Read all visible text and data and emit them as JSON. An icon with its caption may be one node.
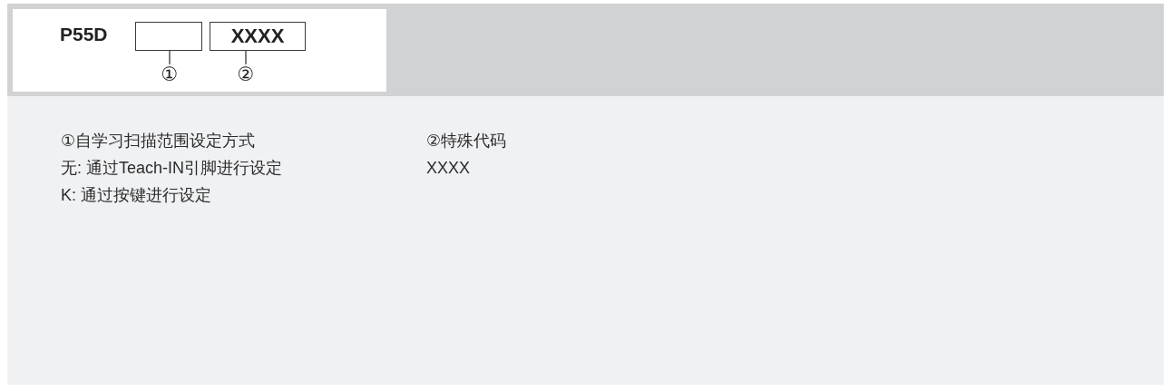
{
  "diagram": {
    "nodes": [
      {
        "text": [],
        "shape": "box"
      },
      {
        "text": [
          "XXXX"
        ]
      },
      {
        "text": [
          "①"
        ]
      },
      {
        "text": [
          "②"
        ]
      }
    ],
    "edges": [
      {
        "from": 2,
        "to": 0,
        "arrow": "none"
      },
      {
        "from": 3,
        "to": 1,
        "arrow": "none"
      }
    ],
    "labels": [
      "P55D",
      "①自学习扫描范围设定方式",
      "无: 通过Teach-IN引脚进行设定",
      "K: 通过按键进行设定",
      "②特殊代码",
      "XXXX"
    ]
  }
}
